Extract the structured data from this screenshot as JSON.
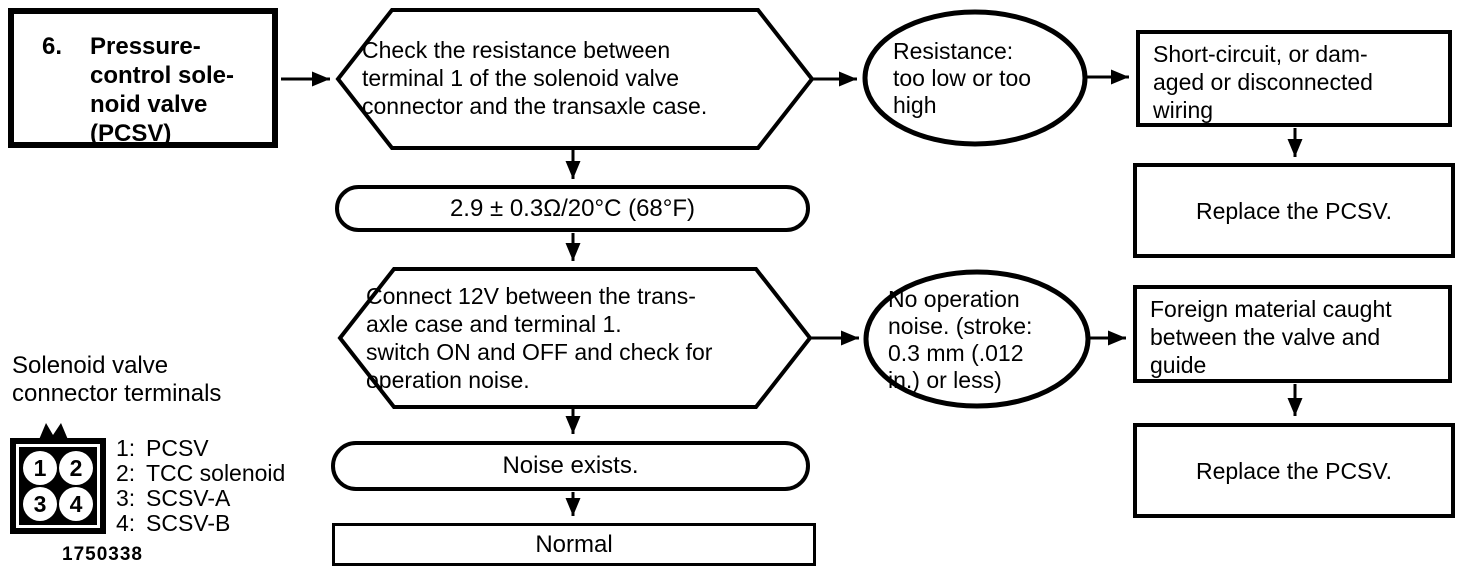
{
  "figure_number": "1750338",
  "colors": {
    "ink": "#000000",
    "paper": "#ffffff"
  },
  "flowchart": {
    "step": {
      "number": "6.",
      "title": "Pressure-\ncontrol sole-\nnoid valve\n(PCSV)"
    },
    "check1": {
      "text": "Check the resistance between\nterminal 1 of the solenoid valve\nconnector and the transaxle case."
    },
    "cond1": {
      "text": "Resistance:\ntoo low or too\nhigh"
    },
    "cause1": {
      "text": "Short-circuit, or dam-\naged or disconnected\nwiring"
    },
    "action1": {
      "text": "Replace the PCSV."
    },
    "spec": {
      "text": "2.9 ± 0.3Ω/20°C (68°F)"
    },
    "check2": {
      "text": "Connect 12V between the trans-\naxle case and terminal 1.\nswitch ON and OFF and check for\noperation noise."
    },
    "cond2": {
      "text": "No operation\nnoise. (stroke:\n0.3 mm (.012\nin.) or less)"
    },
    "cause2": {
      "text": "Foreign material caught\nbetween the valve and\nguide"
    },
    "action2": {
      "text": "Replace the PCSV."
    },
    "result_ok": {
      "text": "Noise exists."
    },
    "final": {
      "text": "Normal"
    }
  },
  "connector": {
    "label": "Solenoid valve\nconnector terminals",
    "pins": [
      "1",
      "2",
      "3",
      "4"
    ],
    "legend": [
      {
        "num": "1:",
        "label": "PCSV"
      },
      {
        "num": "2:",
        "label": "TCC solenoid"
      },
      {
        "num": "3:",
        "label": "SCSV-A"
      },
      {
        "num": "4:",
        "label": "SCSV-B"
      }
    ]
  }
}
